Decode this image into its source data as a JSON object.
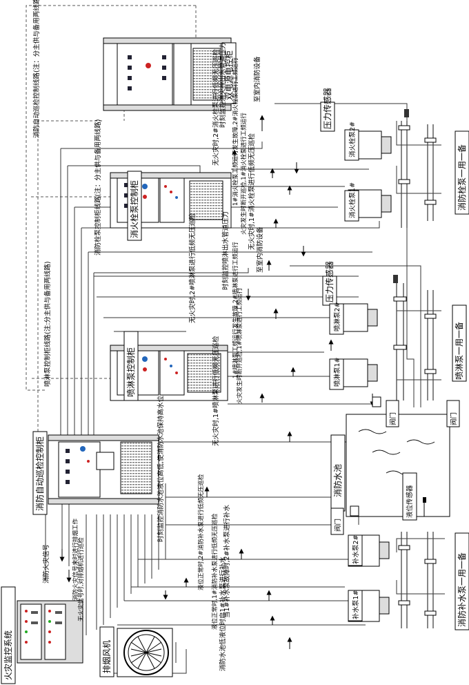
{
  "left": {
    "fire_alarm_system": "火灾监控系统",
    "smoke_fan": "排烟风机",
    "fire_signal": "消防火灾信号",
    "fire_signal_to_fan": "消防火灾信号来时进行排烟工作",
    "fire_tour_cabinet": "消防自动巡检控制柜",
    "fire_tour_cabinet_short": "消防自动巡检控制柜",
    "tour_line_note": "消防自动巡检控制线路(注：分主供与备用两线路)",
    "sprinkler_line_note": "喷淋泵控制柜线路(注:分主供与备用两线路)",
    "hydrant_line_note": "消防栓泵控制柜线路(注：分主供与备用两线路)"
  },
  "cabinets": {
    "dual_power": "双电源电控柜",
    "hydrant_ctrl": "消火栓泵控制柜",
    "sprinkler_ctrl": "喷淋泵控制柜"
  },
  "hydrant": {
    "to_indoor": "至室内消防设备",
    "monitor_pressure": "时刻监控消火栓出水管道压力",
    "pressure_sensor": "压力传感器",
    "no_fire_2": "无火灾时,2#消火栓泵进行低频无压巡检",
    "pump2": "消火栓泵2#",
    "fault_note": "1#消火栓泵工频运行发生故障,2#消火栓泵进行工频运行",
    "pump1": "消火栓泵1#",
    "fire_open": "火灾发生时断开巡检,1#消火栓泵进行工频运行",
    "no_fire_1": "无火灾时,1#消火栓泵进行低频无压巡检",
    "group": "消防栓泵一用一备"
  },
  "sprinkler": {
    "to_indoor": "至室内消防设备",
    "monitor_pressure": "时刻监控喷淋出水管道压力",
    "pressure_sensor": "压力传感器",
    "no_fire_2": "无火灾时,2#喷淋泵进行低频无压巡检",
    "pump2": "喷淋泵2#",
    "fault_note": "1#喷淋泵工频运行发生故障,2#喷淋泵进行工频运行",
    "pump1": "喷淋泵1#",
    "fire_open": "火灾发生时断开巡检,1#喷淋泵进行工频运行",
    "valve": "阀门",
    "group": "喷淋泵一用一备"
  },
  "pool": {
    "no_fire_1": "无火灾时,1#喷淋泵进行低频无压巡检",
    "tank": "消防水池",
    "level_sensor": "液位传感器",
    "monitor_level": "时刻监控消防水池液位高低,使消防水池保持高水位",
    "valve": "阀门"
  },
  "makeup": {
    "fire_no_fire": "无火灾信号时,对排烟机进行巡检",
    "low_level_2": "液位正常时,2#消防补水泵进行低频无压巡检",
    "pump2": "补水泵2#",
    "fault_note": "当1#补水泵故障时,2#补水泵进行补水",
    "low_level_1": "液位正常时,1#消防补水泵进行低频无压巡检",
    "pump1": "补水泵1#",
    "low_water": "消防水池低液位时启1#补水泵进行补水",
    "group": "消防补水泵一用一备"
  }
}
